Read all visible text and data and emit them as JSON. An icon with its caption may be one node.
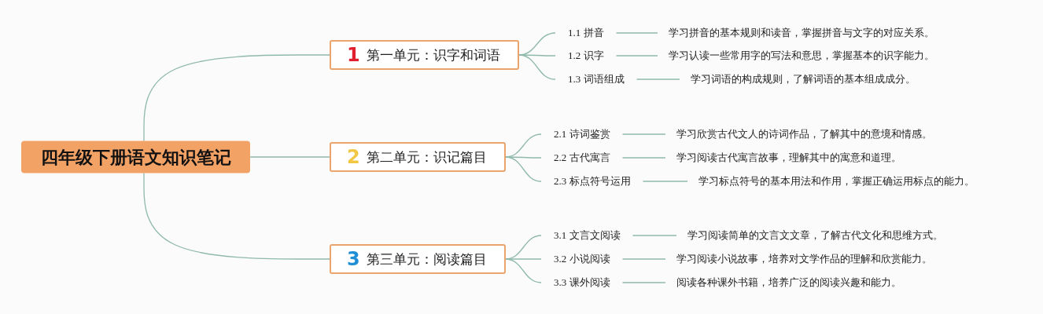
{
  "diagram": {
    "nodes": [
      {
        "text": [
          "四年级下册语文知识笔记"
        ]
      },
      {
        "text": [
          "1",
          "第一单元：识字和词语"
        ]
      },
      {
        "text": [
          "1.1 拼音"
        ]
      },
      {
        "text": [
          "学习拼音的基本规则和读音，掌握拼音与文字的对应关系。"
        ]
      },
      {
        "text": [
          "1.2 识字"
        ]
      },
      {
        "text": [
          "学习认读一些常用字的写法和意思，掌握基本的识字能力。"
        ]
      },
      {
        "text": [
          "1.3 词语组成"
        ]
      },
      {
        "text": [
          "学习词语的构成规则，了解词语的基本组成成分。"
        ]
      },
      {
        "text": [
          "2",
          "第二单元：识记篇目"
        ]
      },
      {
        "text": [
          "2.1 诗词鉴赏"
        ]
      },
      {
        "text": [
          "学习欣赏古代文人的诗词作品，了解其中的意境和情感。"
        ]
      },
      {
        "text": [
          "2.2 古代寓言"
        ]
      },
      {
        "text": [
          "学习阅读古代寓言故事，理解其中的寓意和道理。"
        ]
      },
      {
        "text": [
          "2.3 标点符号运用"
        ]
      },
      {
        "text": [
          "学习标点符号的基本用法和作用，掌握正确运用标点的能力。"
        ]
      },
      {
        "text": [
          "3",
          "第三单元：阅读篇目"
        ]
      },
      {
        "text": [
          "3.1 文言文阅读"
        ]
      },
      {
        "text": [
          "学习阅读简单的文言文文章，了解古代文化和思维方式。"
        ]
      },
      {
        "text": [
          "3.2 小说阅读"
        ]
      },
      {
        "text": [
          "学习阅读小说故事，培养对文学作品的理解和欣赏能力。"
        ]
      },
      {
        "text": [
          "3.3 课外阅读"
        ]
      },
      {
        "text": [
          "阅读各种课外书籍，培养广泛的阅读兴趣和能力。"
        ]
      }
    ],
    "edges": [
      {
        "from": 0,
        "to": 1,
        "arrow": "none"
      },
      {
        "from": 0,
        "to": 8,
        "arrow": "none"
      },
      {
        "from": 0,
        "to": 15,
        "arrow": "none"
      },
      {
        "from": 1,
        "to": 2,
        "arrow": "none"
      },
      {
        "from": 1,
        "to": 4,
        "arrow": "none"
      },
      {
        "from": 1,
        "to": 6,
        "arrow": "none"
      },
      {
        "from": 2,
        "to": 3,
        "arrow": "none"
      },
      {
        "from": 4,
        "to": 5,
        "arrow": "none"
      },
      {
        "from": 6,
        "to": 7,
        "arrow": "none"
      },
      {
        "from": 8,
        "to": 9,
        "arrow": "none"
      },
      {
        "from": 8,
        "to": 11,
        "arrow": "none"
      },
      {
        "from": 8,
        "to": 13,
        "arrow": "none"
      },
      {
        "from": 9,
        "to": 10,
        "arrow": "none"
      },
      {
        "from": 11,
        "to": 12,
        "arrow": "none"
      },
      {
        "from": 13,
        "to": 14,
        "arrow": "none"
      },
      {
        "from": 15,
        "to": 16,
        "arrow": "none"
      },
      {
        "from": 15,
        "to": 18,
        "arrow": "none"
      },
      {
        "from": 15,
        "to": 20,
        "arrow": "none"
      },
      {
        "from": 16,
        "to": 17,
        "arrow": "none"
      },
      {
        "from": 18,
        "to": 19,
        "arrow": "none"
      },
      {
        "from": 20,
        "to": 21,
        "arrow": "none"
      }
    ]
  }
}
